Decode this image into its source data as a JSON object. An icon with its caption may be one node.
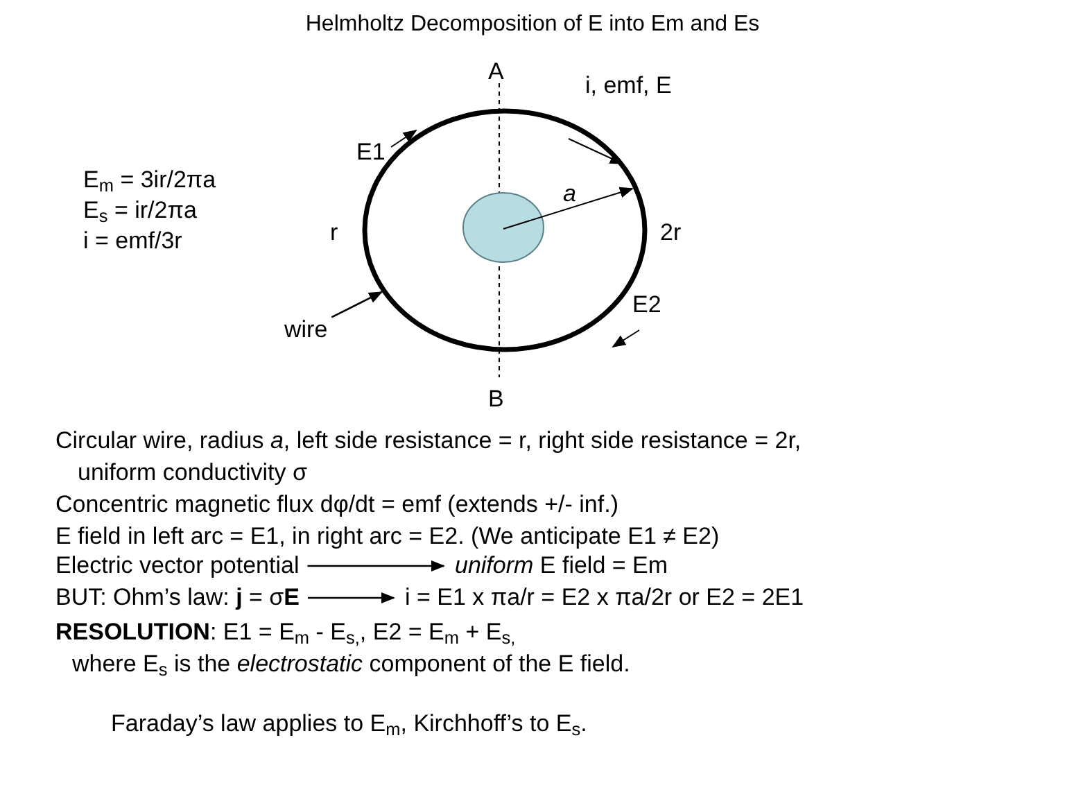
{
  "diagram": {
    "title": "Helmholtz Decomposition of E into Em and Es",
    "nodes": [
      {
        "text": [],
        "shape": "circle"
      },
      {
        "text": [
          "wire"
        ]
      },
      {
        "text": [
          "Electric vector potential"
        ]
      },
      {
        "text": [
          "*uniform* E field = Em"
        ]
      },
      {
        "text": [
          "BUT: Ohm’s law: **j** = σ**E**"
        ]
      },
      {
        "text": [
          "i = E1 x πa/r = E2 x πa/2r or E2 = 2E1"
        ]
      }
    ],
    "edges": [
      {
        "from": 1,
        "to": 0,
        "arrow": "to"
      },
      {
        "from": 2,
        "to": 3,
        "arrow": "to"
      },
      {
        "from": 4,
        "to": 5,
        "arrow": "to"
      }
    ],
    "labels": [
      "A",
      "i, emf, E",
      "E1",
      "E$_{m}$ = 3ir/2πa",
      "E$_{s}$ = ir/2πa",
      "i = emf/3r",
      "a",
      "r",
      "2r",
      "E2",
      "B",
      "Circular wire, radius *a*, left side resistance = r, right side resistance = 2r, uniform conductivity σ",
      "Concentric magnetic flux dφ/dt = emf (extends +/- inf.)",
      "E field in left arc = E1, in right arc = E2.  (We anticipate E1 ≠ E2)",
      "**RESOLUTION**: E1 = E$_{m}$ - E$_{s,}$, E2 = E$_{m}$  + E$_{s,}$",
      "where E$_{s}$ is the *electrostatic* component of the E field.",
      "Faraday’s law applies to E$_{m}$, Kirchhoff’s to E$_{s}$."
    ]
  }
}
